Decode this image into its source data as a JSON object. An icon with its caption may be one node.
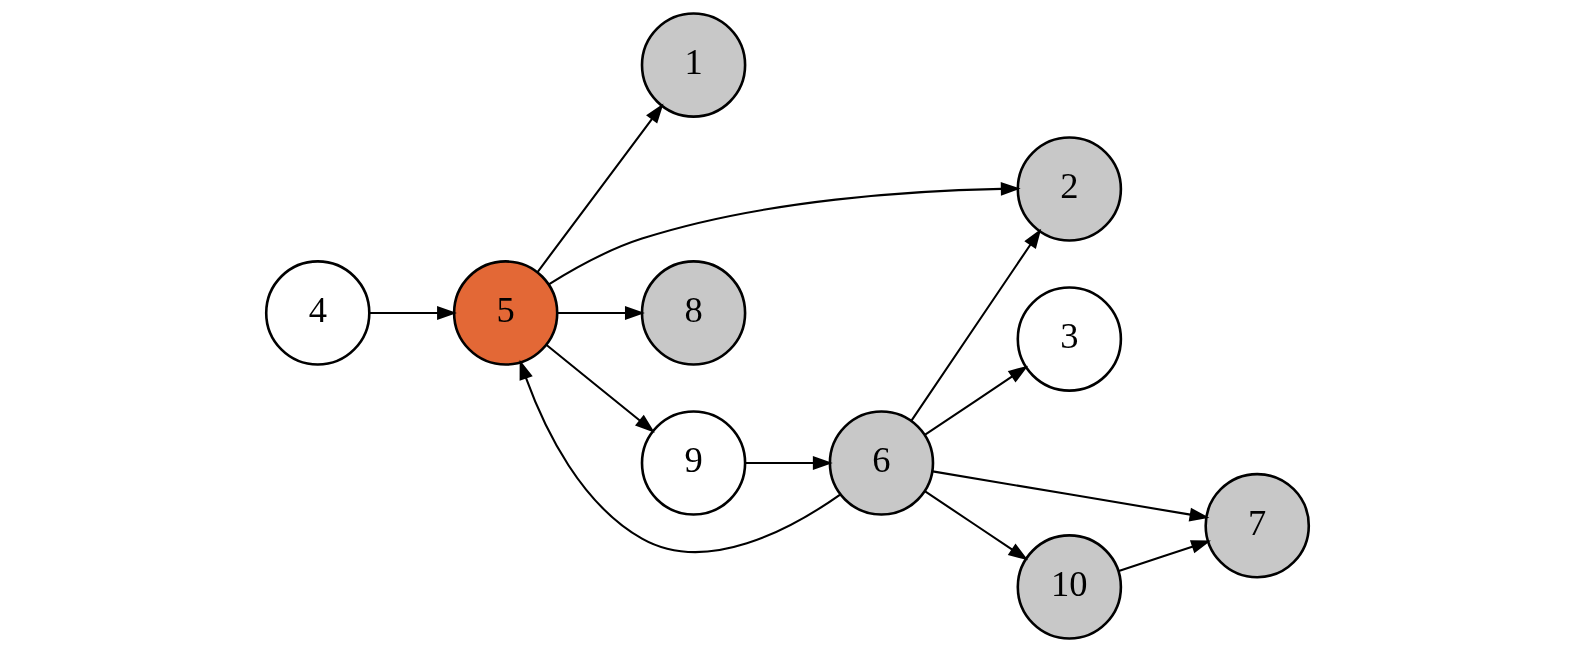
{
  "diagram": {
    "nodes": [
      {
        "text": [
          "1"
        ]
      },
      {
        "text": [
          "2"
        ]
      },
      {
        "text": [
          "3"
        ]
      },
      {
        "text": [
          "4"
        ]
      },
      {
        "text": [
          "5"
        ]
      },
      {
        "text": [
          "6"
        ]
      },
      {
        "text": [
          "7"
        ]
      },
      {
        "text": [
          "8"
        ]
      },
      {
        "text": [
          "9"
        ]
      },
      {
        "text": [
          "10"
        ]
      }
    ],
    "edges": [
      {
        "from": 4,
        "to": 0,
        "arrow": "to"
      },
      {
        "from": 4,
        "to": 1,
        "arrow": "to"
      },
      {
        "from": 3,
        "to": 4,
        "arrow": "to"
      },
      {
        "from": 5,
        "to": 4,
        "arrow": "to"
      },
      {
        "from": 5,
        "to": 1,
        "arrow": "to"
      },
      {
        "from": 5,
        "to": 2,
        "arrow": "to"
      },
      {
        "from": 5,
        "to": 6,
        "arrow": "to"
      },
      {
        "from": 4,
        "to": 7,
        "arrow": "to"
      },
      {
        "from": 4,
        "to": 8,
        "arrow": "to"
      },
      {
        "from": 8,
        "to": 5,
        "arrow": "to"
      },
      {
        "from": 5,
        "to": 9,
        "arrow": "to"
      },
      {
        "from": 9,
        "to": 6,
        "arrow": "to"
      }
    ]
  }
}
